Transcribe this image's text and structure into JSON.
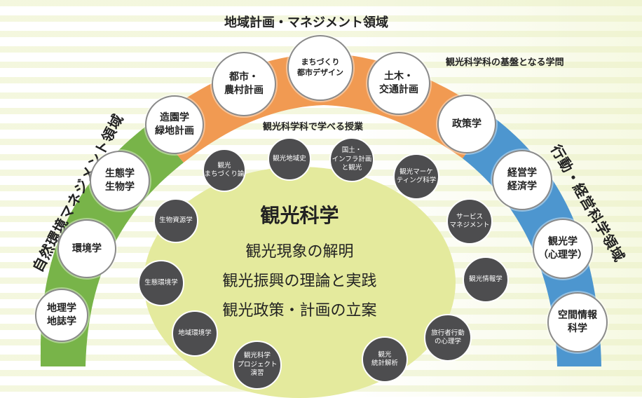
{
  "top_region": "地域計画・マネジメント領域",
  "left_region": "自然環境マネジメント領域",
  "right_region": "行動・経営科学領域",
  "basis_label": "観光科学科の基盤となる学問",
  "classes_label": "観光科学科で学べる授業",
  "center": {
    "title": "観光科学",
    "lines": [
      "観光現象の解明",
      "観光振興の理論と実践",
      "観光政策・計画の立案"
    ]
  },
  "foundation_circles": [
    "地理学\n地誌学",
    "環境学",
    "生態学\n生物学",
    "造園学\n緑地計画",
    "都市・\n農村計画",
    "まちづくり\n都市デザイン",
    "土木・\n交通計画",
    "政策学",
    "経営学\n経済学",
    "観光学\n（心理学）",
    "空間情報\n科学"
  ],
  "class_circles": [
    "観光\nまちづくり論",
    "観光地域史",
    "国土・\nインフラ計画\nと観光",
    "観光マーケ\nティング科学",
    "生物資源学",
    "サービス\nマネジメント",
    "生態環境学",
    "観光情報学",
    "地域環境学",
    "旅行者行動\nの心理学",
    "観光科学\nプロジェクト\n演習",
    "観光\n統計解析"
  ],
  "colors": {
    "green_band": "#78b449",
    "orange_band": "#f19a52",
    "blue_band": "#4d96cf",
    "center_fill": "#e4ea9d",
    "dark_circle": "#4d4d4f"
  }
}
